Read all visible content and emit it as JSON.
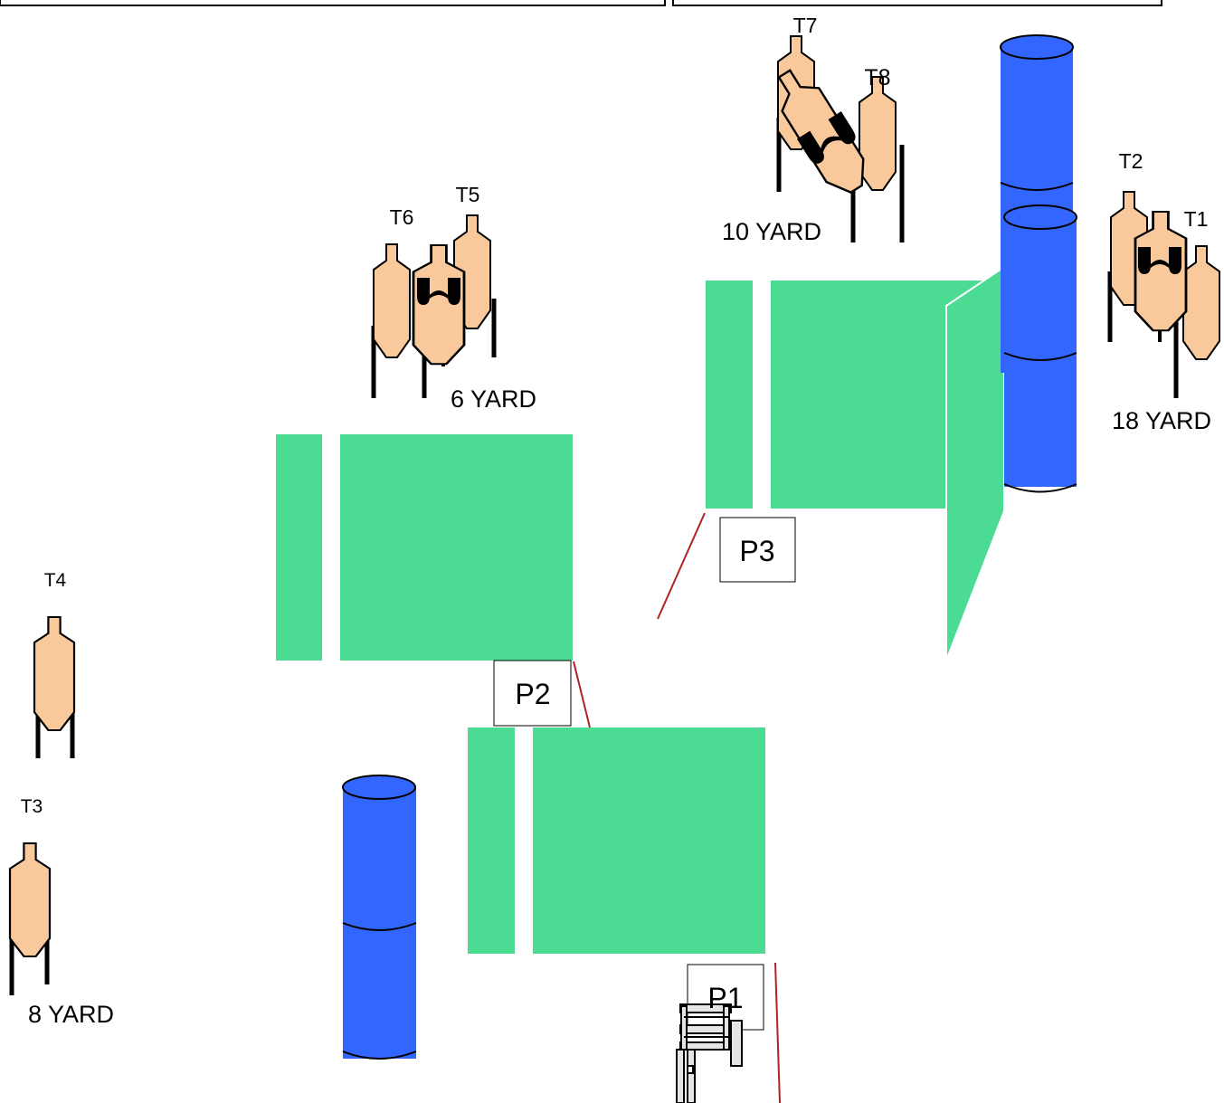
{
  "colors": {
    "wall": "#4cdb93",
    "barrel": "#3366ff",
    "target": "#f9c89b",
    "fault_line": "#b22222"
  },
  "targets": {
    "t1": "T1",
    "t2": "T2",
    "t3": "T3",
    "t4": "T4",
    "t5": "T5",
    "t6": "T6",
    "t7": "T7",
    "t8": "T8"
  },
  "distances": {
    "d18": "18 YARD",
    "d10": "10 YARD",
    "d6": "6 YARD",
    "d8": "8 YARD"
  },
  "positions": {
    "p1": "P1",
    "p2": "P2",
    "p3": "P3"
  },
  "icons": {
    "target": "cardboard-target-icon",
    "no_shoot": "no-shoot-hands-icon",
    "barrel": "barrel-icon",
    "chair": "chair-icon"
  }
}
